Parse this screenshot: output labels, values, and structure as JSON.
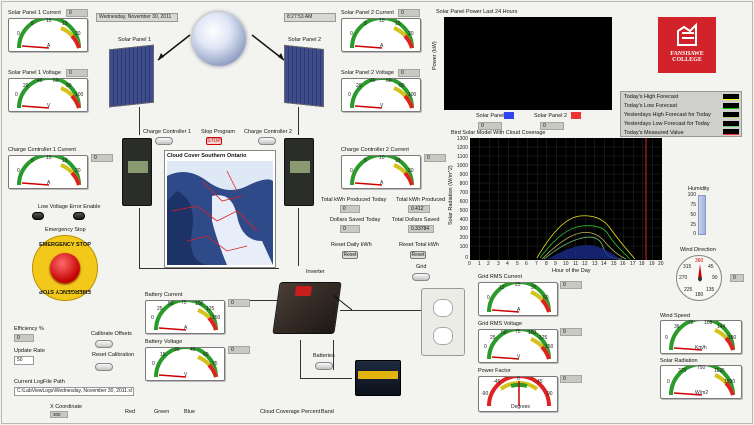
{
  "header": {
    "date": "Wednesday, November 30, 2011",
    "time": "8:27:53 AM"
  },
  "solar1": {
    "current_label": "Solar Panel 1 Current",
    "current_value": "0",
    "voltage_label": "Solar Panel 1 Voltage",
    "voltage_value": "0",
    "panel_label": "Solar Panel 1",
    "current_ticks": [
      "0",
      "5",
      "10",
      "15",
      "20"
    ],
    "current_unit": "A",
    "voltage_ticks": [
      "0",
      "20",
      "40",
      "60",
      "80",
      "100"
    ],
    "voltage_unit": "V"
  },
  "solar2": {
    "current_label": "Solar Panel 2 Current",
    "current_value": "0",
    "voltage_label": "Solar Panel 2 Voltage",
    "voltage_value": "0",
    "panel_label": "Solar Panel 2",
    "current_ticks": [
      "0",
      "5",
      "10",
      "15",
      "20"
    ],
    "current_unit": "A",
    "voltage_ticks": [
      "0",
      "20",
      "40",
      "60",
      "80",
      "100"
    ],
    "voltage_unit": "V"
  },
  "power_plot": {
    "title": "Solar Panel Power Last 24 Hours",
    "ylabel": "Power (kW)",
    "legend1": "Solar Panel 1",
    "legend2": "Solar Panel 2",
    "value1": "0",
    "value2": "0",
    "color1": "#3344ee",
    "color2": "#ee3333"
  },
  "logo": {
    "line1": "FANSHAWE",
    "line2": "COLLEGE",
    "color": "#d2232a"
  },
  "forecast_legend": [
    "Today's High Forecast",
    "Today's Low Forecast",
    "Yesterdays High Forecast for Today",
    "Yesterdays Low Forecast for Today",
    "Today's Measured Value"
  ],
  "charge1": {
    "label": "Charge Controller 1",
    "current_label": "Charge Controller 1 Current",
    "current_value": "0",
    "ticks": [
      "0",
      "5",
      "10",
      "15",
      "20"
    ],
    "unit": "A"
  },
  "charge2": {
    "label": "Charge Controller 2",
    "current_label": "Charge Controller 2 Current",
    "current_value": "0",
    "ticks": [
      "0",
      "5",
      "10",
      "15",
      "20"
    ],
    "unit": "A"
  },
  "stop_program": {
    "label": "Stop Program",
    "button": "STOP"
  },
  "map": {
    "title": "Cloud Cover Southern Ontario"
  },
  "bird": {
    "title": "Bird Solar Model With Cloud Coverage",
    "ylabel": "Solar Radiation (W/m^2)",
    "xlabel": "Hour of the Day",
    "yticks": [
      "1300",
      "1200",
      "1100",
      "1000",
      "900",
      "800",
      "700",
      "600",
      "500",
      "400",
      "300",
      "200",
      "100",
      "0"
    ],
    "xticks": [
      "0",
      "1",
      "2",
      "3",
      "4",
      "5",
      "6",
      "7",
      "8",
      "9",
      "10",
      "11",
      "12",
      "13",
      "14",
      "15",
      "16",
      "17",
      "18",
      "19",
      "20"
    ]
  },
  "energy": {
    "kwh_today_label": "Total kWh Produced Today",
    "kwh_today_value": "0",
    "kwh_total_label": "Total kWh Produced",
    "kwh_total_value": "0.412",
    "dollars_today_label": "Dollars Saved Today",
    "dollars_today_value": "0",
    "dollars_total_label": "Total Dollars Saved",
    "dollars_total_value": "0.33784",
    "reset_daily_label": "Reset Daily kWh",
    "reset_total_label": "Reset Total kWh",
    "reset_button": "Reset"
  },
  "low_voltage": {
    "label": "Low Voltage Error Enable"
  },
  "emergency": {
    "label": "Emergency Stop",
    "top_text": "EMERGENCY STOP",
    "bottom_text": "EMERGENCY STOP"
  },
  "inverter": {
    "label": "Inverter"
  },
  "grid": {
    "label": "Grid",
    "rms_current_label": "Grid RMS Current",
    "rms_current_value": "0",
    "rms_current_ticks": [
      "0",
      "12",
      "25",
      "37",
      "50"
    ],
    "rms_current_unit": "A",
    "rms_voltage_label": "Grid RMS Voltage",
    "rms_voltage_value": "0",
    "rms_voltage_ticks": [
      "0",
      "25",
      "50",
      "75",
      "100",
      "125",
      "150"
    ],
    "rms_voltage_unit": "V",
    "pf_label": "Power Factor",
    "pf_value": "0",
    "pf_ticks": [
      "-90",
      "-45",
      "0",
      "45",
      "90"
    ],
    "pf_unit": "Degrees"
  },
  "humidity": {
    "label": "Humidity",
    "ticks": [
      "100",
      "75",
      "50",
      "25",
      "0"
    ]
  },
  "wind_dir": {
    "label": "Wind Direction",
    "value": "0",
    "ticks": [
      "360",
      "45",
      "90",
      "135",
      "180",
      "225",
      "270",
      "315"
    ]
  },
  "wind_speed": {
    "label": "Wind Speed",
    "ticks": [
      "0",
      "36",
      "72",
      "108",
      "144",
      "180"
    ],
    "unit": "Km/h"
  },
  "solar_rad": {
    "label": "Solar Radiation",
    "ticks": [
      "0",
      "375",
      "750",
      "1125",
      "1500"
    ],
    "unit": "W/m2"
  },
  "battery": {
    "current_label": "Battery Current",
    "current_value": "0",
    "current_ticks": [
      "0",
      "25",
      "50",
      "75",
      "100",
      "125",
      "150"
    ],
    "current_unit": "A",
    "voltage_label": "Battery Voltage",
    "voltage_value": "0",
    "voltage_ticks": [
      "0",
      "15",
      "30",
      "45",
      "60",
      "75"
    ],
    "voltage_unit": "V",
    "label": "Batteries"
  },
  "efficiency": {
    "label": "Efficiency %",
    "value": "0"
  },
  "update": {
    "label": "Update Rate",
    "value": "50"
  },
  "calibrate": {
    "offsets_label": "Calibrate Offsets",
    "reset_label": "Reset Calibration"
  },
  "logfile": {
    "label": "Current LogFile Path",
    "value": "C:\\LabViewLogs\\Wednesday, November 30, 2011.xl"
  },
  "bottom": {
    "x_label": "X Coordinate",
    "x_value": "300",
    "red": "Red",
    "green": "Green",
    "blue": "Blue",
    "cloud": "Cloud Coverage Percent",
    "band": "Band"
  }
}
